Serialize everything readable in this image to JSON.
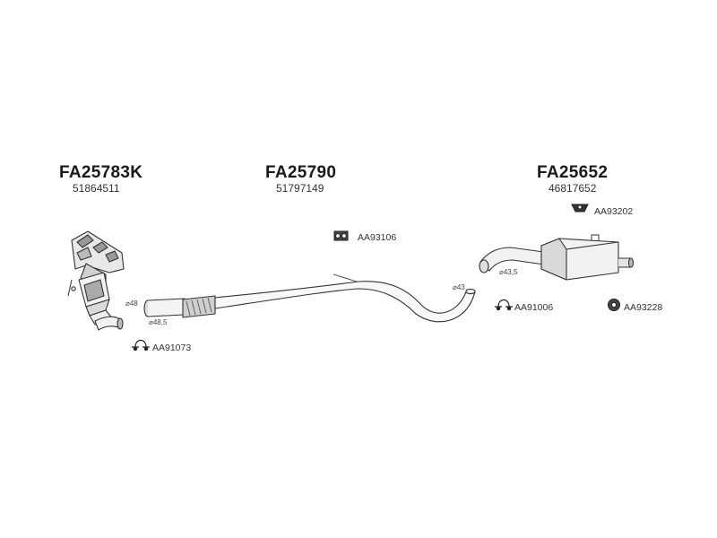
{
  "parts": [
    {
      "code": "FA25783K",
      "oem": "51864511"
    },
    {
      "code": "FA25790",
      "oem": "51797149"
    },
    {
      "code": "FA25652",
      "oem": "46817652"
    }
  ],
  "accessories": [
    {
      "code": "AA93106"
    },
    {
      "code": "AA93202"
    },
    {
      "code": "AA91006"
    },
    {
      "code": "AA93228"
    },
    {
      "code": "AA91073"
    }
  ],
  "dimensions": [
    {
      "label": "⌀48"
    },
    {
      "label": "⌀48,5"
    },
    {
      "label": "⌀43"
    },
    {
      "label": "⌀43,5"
    }
  ],
  "colors": {
    "line": "#333333",
    "fill_light": "#f2f2f2",
    "fill_mid": "#d9d9d9",
    "fill_dark": "#777777"
  }
}
